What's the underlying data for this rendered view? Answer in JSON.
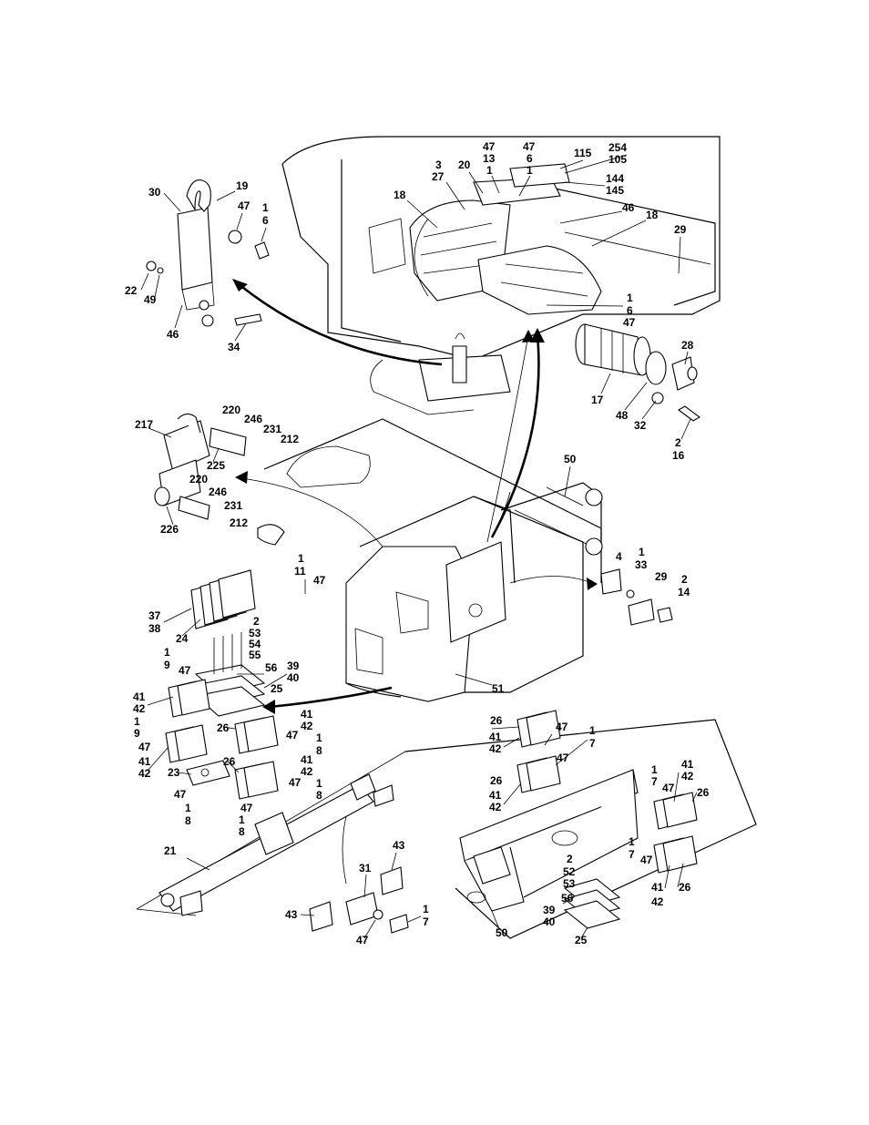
{
  "callouts": {
    "c_47a": "47",
    "c_13": "13",
    "c_1a": "1",
    "c_47b": "47",
    "c_6a": "6",
    "c_1b": "1",
    "c_115": "115",
    "c_254": "254",
    "c_105": "105",
    "c_144": "144",
    "c_145": "145",
    "c_3": "3",
    "c_27": "27",
    "c_20": "20",
    "c_30": "30",
    "c_19": "19",
    "c_47c": "47",
    "c_1c": "1",
    "c_6b": "6",
    "c_18a": "18",
    "c_46a": "46",
    "c_18b": "18",
    "c_29a": "29",
    "c_22": "22",
    "c_49": "49",
    "c_46b": "46",
    "c_34": "34",
    "c_1d": "1",
    "c_6c": "6",
    "c_47d": "47",
    "c_28": "28",
    "c_17": "17",
    "c_48": "48",
    "c_32": "32",
    "c_2a": "2",
    "c_16": "16",
    "c_220a": "220",
    "c_246a": "246",
    "c_217": "217",
    "c_231a": "231",
    "c_212a": "212",
    "c_225": "225",
    "c_220b": "220",
    "c_246b": "246",
    "c_231b": "231",
    "c_226": "226",
    "c_212b": "212",
    "c_50a": "50",
    "c_1e": "1",
    "c_11": "11",
    "c_47e": "47",
    "c_4": "4",
    "c_1f": "1",
    "c_33": "33",
    "c_29b": "29",
    "c_2b": "2",
    "c_14": "14",
    "c_37": "37",
    "c_38": "38",
    "c_24": "24",
    "c_2c": "2",
    "c_53a": "53",
    "c_54": "54",
    "c_55": "55",
    "c_1g": "1",
    "c_9a": "9",
    "c_47f": "47",
    "c_56a": "56",
    "c_39a": "39",
    "c_40a": "40",
    "c_25a": "25",
    "c_51": "51",
    "c_41a": "41",
    "c_42a": "42",
    "c_1h": "1",
    "c_9b": "9",
    "c_26a": "26",
    "c_41b": "41",
    "c_42b": "42",
    "c_47g": "47",
    "c_1i": "1",
    "c_8a": "8",
    "c_47h": "47",
    "c_41c": "41",
    "c_42c": "42",
    "c_26b": "26",
    "c_23": "23",
    "c_41d": "41",
    "c_42d": "42",
    "c_47i": "47",
    "c_1j": "1",
    "c_8b": "8",
    "c_47j": "47",
    "c_1k": "1",
    "c_8c": "8",
    "c_47k": "47",
    "c_1l": "1",
    "c_8d": "8",
    "c_26c": "26",
    "c_41e": "41",
    "c_42e": "42",
    "c_47l": "47",
    "c_1m": "1",
    "c_7a": "7",
    "c_47m": "47",
    "c_26d": "26",
    "c_41f": "41",
    "c_42f": "42",
    "c_1n": "1",
    "c_7b": "7",
    "c_47n": "47",
    "c_41g": "41",
    "c_42g": "42",
    "c_26e": "26",
    "c_21": "21",
    "c_43a": "43",
    "c_31": "31",
    "c_2d": "2",
    "c_52": "52",
    "c_53b": "53",
    "c_1o": "1",
    "c_7c": "7",
    "c_47o": "47",
    "c_26f": "26",
    "c_41h": "41",
    "c_42h": "42",
    "c_43b": "43",
    "c_1p": "1",
    "c_7d": "7",
    "c_47p": "47",
    "c_56b": "56",
    "c_39b": "39",
    "c_40b": "40",
    "c_50b": "50",
    "c_25b": "25"
  },
  "colors": {
    "ink": "#000000",
    "paper": "#ffffff"
  }
}
